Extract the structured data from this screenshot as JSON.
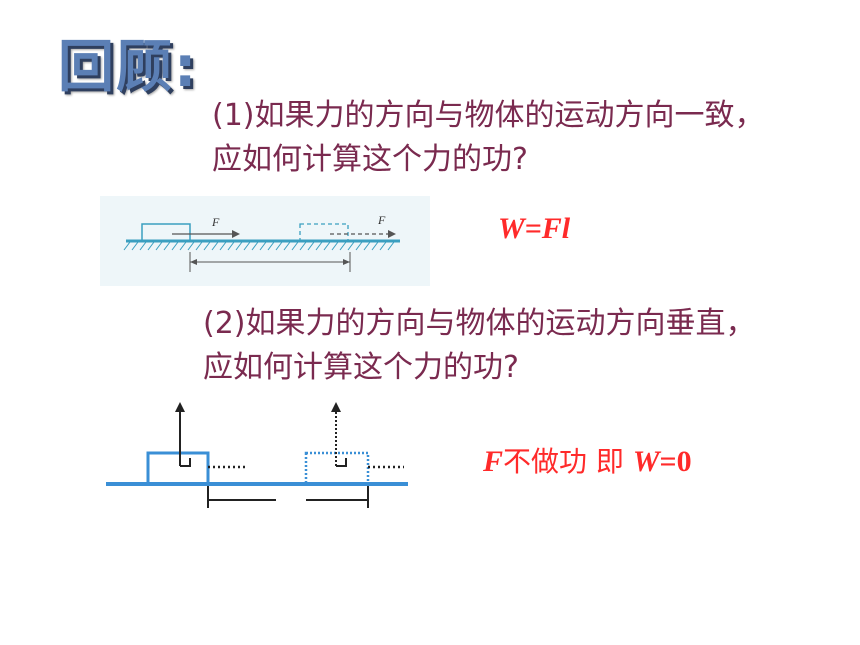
{
  "slide": {
    "title": "回顾:",
    "q1": "(1)如果力的方向与物体的运动方向一致，应如何计算这个力的功?",
    "q2": "(2)如果力的方向与物体的运动方向垂直，应如何计算这个力的功?",
    "formula1": "W=Fl",
    "formula2": {
      "f": "F",
      "text": "不做功 即 ",
      "w": "W",
      "rest": "=0"
    },
    "diagram1": {
      "force_label_1": "F",
      "force_label_2": "F"
    }
  },
  "colors": {
    "title": "#5b7fb5",
    "question_text": "#7a2a4f",
    "formula": "#ff2a2a",
    "diagram_blue": "#3a8fd6"
  }
}
